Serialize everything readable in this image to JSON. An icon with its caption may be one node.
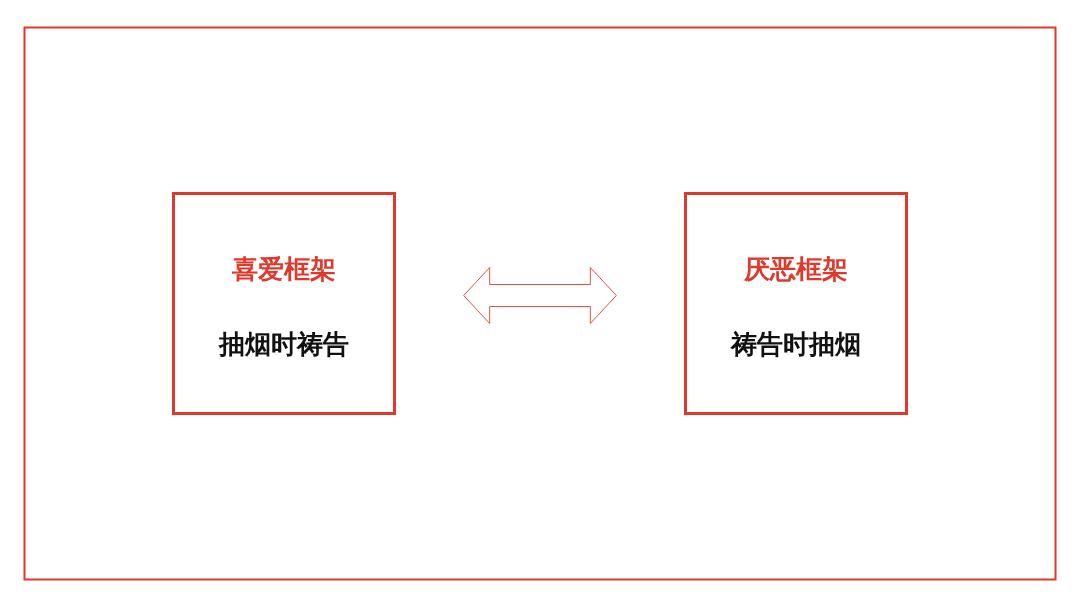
{
  "diagram": {
    "nodes": [
      {
        "text": [
          "喜爱框架",
          "抽烟时祷告"
        ]
      },
      {
        "text": [
          "厌恶框架",
          "祷告时抽烟"
        ]
      }
    ],
    "edges": [
      {
        "from": 0,
        "to": 1,
        "arrow": "both"
      }
    ]
  }
}
